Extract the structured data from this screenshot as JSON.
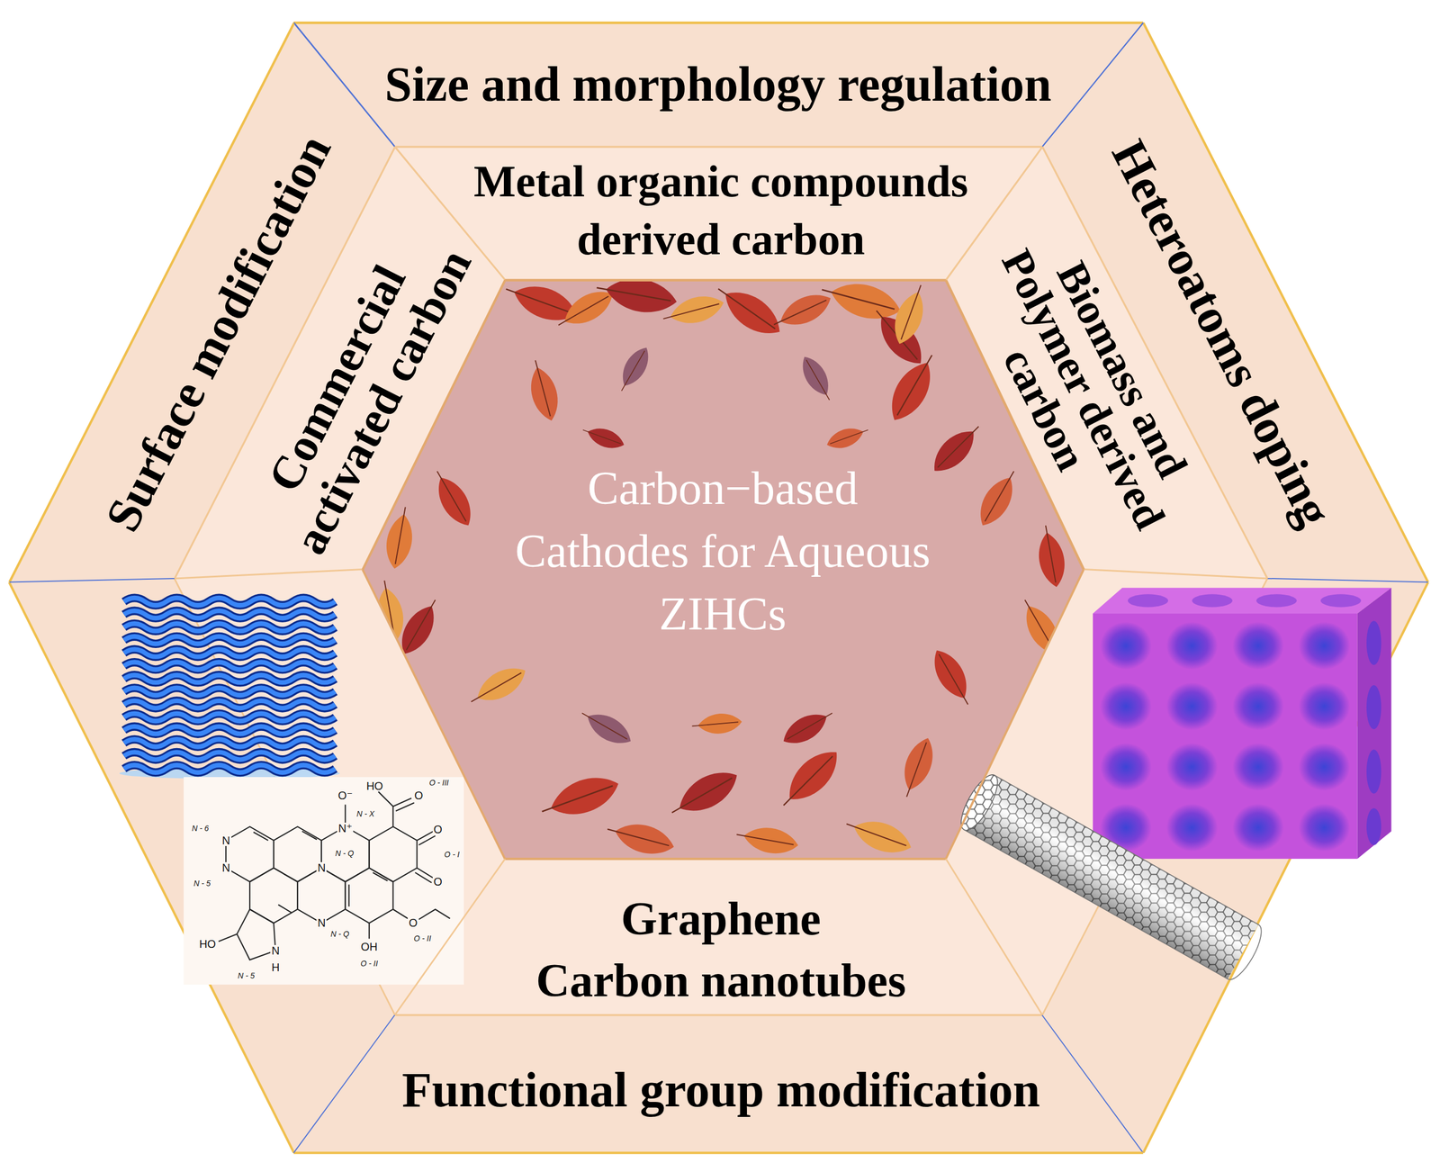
{
  "diagram": {
    "nodes": [
      {
        "text": [
          "Size and morphology regulation"
        ]
      },
      {
        "text": [
          "Surface modification"
        ]
      },
      {
        "text": [
          "Heteroatoms doping"
        ]
      },
      {
        "text": [
          "Metal organic compounds derived carbon"
        ]
      },
      {
        "text": [
          "Commercial activated carbon"
        ]
      },
      {
        "text": [
          "Biomass and Polymer derived carbon"
        ]
      },
      {
        "text": [
          "Carbon−based Cathodes for Aqueous ZIHCs"
        ]
      },
      {
        "text": [
          "Graphene",
          "Carbon nanotubes"
        ]
      },
      {
        "text": [
          "Functional group modification"
        ]
      }
    ],
    "labels": [
      "HO",
      "O - III",
      "O",
      "O⁻",
      "N - 6",
      "N - X",
      "N⁺",
      "N",
      "O",
      "O - I",
      "N",
      "N - Q",
      "N",
      "N - 5",
      "O",
      "N",
      "N - Q",
      "HO",
      "OH",
      "O",
      "O - II",
      "O - II",
      "N",
      "H",
      "N - 5"
    ]
  }
}
